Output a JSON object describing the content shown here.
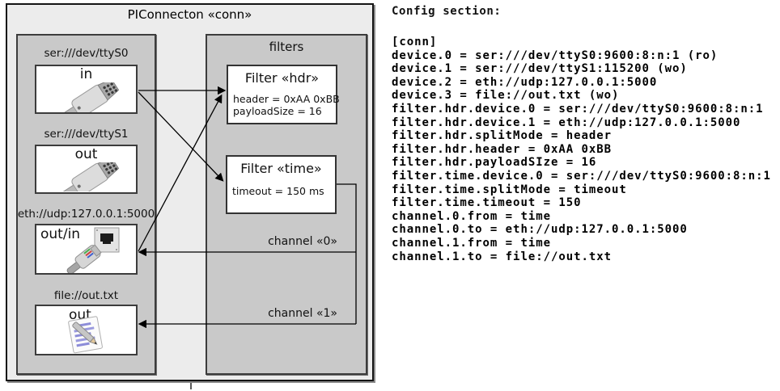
{
  "diagram": {
    "title": "PIConnecton «conn»",
    "filters_label": "filters",
    "devices": [
      {
        "label": "ser:///dev/ttyS0",
        "direction": "in",
        "icon": "serial-db9-icon"
      },
      {
        "label": "ser:///dev/ttyS1",
        "direction": "out",
        "icon": "serial-db9-icon"
      },
      {
        "label": "eth://udp:127.0.0.1:5000",
        "direction": "out/in",
        "icon": "ethernet-rj45-icon"
      },
      {
        "label": "file://out.txt",
        "direction": "out",
        "icon": "notepad-pencil-icon"
      }
    ],
    "filters": [
      {
        "title": "Filter «hdr»",
        "params": [
          "header = 0xAA 0xBB",
          "payloadSize = 16"
        ]
      },
      {
        "title": "Filter «time»",
        "params": [
          "timeout = 150 ms"
        ]
      }
    ],
    "channels": [
      {
        "label": "channel «0»"
      },
      {
        "label": "channel «1»"
      }
    ],
    "colors": {
      "outer_bg": "#ececec",
      "container_bg": "#c9c9c9",
      "box_bg": "#ffffff",
      "border": "#3c3c3c",
      "line": "#000000"
    }
  },
  "config": {
    "title": "Config section:",
    "lines": [
      "[conn]",
      "device.0 = ser:///dev/ttyS0:9600:8:n:1 (ro)",
      "device.1 = ser:///dev/ttyS1:115200 (wo)",
      "device.2 = eth://udp:127.0.0.1:5000",
      "device.3 = file://out.txt (wo)",
      "filter.hdr.device.0 = ser:///dev/ttyS0:9600:8:n:1",
      "filter.hdr.device.1 = eth://udp:127.0.0.1:5000",
      "filter.hdr.splitMode = header",
      "filter.hdr.header = 0xAA 0xBB",
      "filter.hdr.payloadSIze = 16",
      "filter.time.device.0 = ser:///dev/ttyS0:9600:8:n:1",
      "filter.time.splitMode = timeout",
      "filter.time.timeout = 150",
      "channel.0.from = time",
      "channel.0.to = eth://udp:127.0.0.1:5000",
      "channel.1.from = time",
      "channel.1.to = file://out.txt"
    ]
  }
}
